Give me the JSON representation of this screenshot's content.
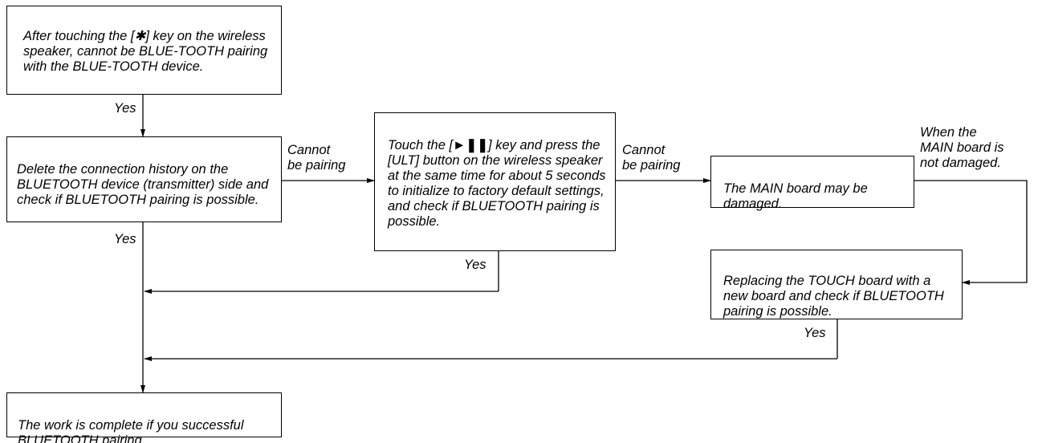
{
  "boxes": {
    "start": "After touching the [✱] key on the wireless speaker, cannot be BLUE-TOOTH pairing with the BLUE-TOOTH device.",
    "delete_history": "Delete the connection history on the BLUETOOTH device (transmitter) side and check if BLUETOOTH pairing is possible.",
    "initialize_pre": "Touch the [",
    "initialize_key": "►❚❚",
    "initialize_post": "] key and press the [ULT] button on the wireless speaker at the same time for about 5 seconds to initialize to factory default settings, and check if BLUETOOTH pairing is possible.",
    "main_board": "The MAIN board may be damaged.",
    "touch_board": "Replacing the TOUCH board with a new board and check if BLUETOOTH pairing is possible.",
    "complete": "The work is complete if you successful BLUETOOTH pairing."
  },
  "labels": {
    "yes_1": "Yes",
    "yes_2": "Yes",
    "yes_3": "Yes",
    "yes_4": "Yes",
    "cannot_1": "Cannot\nbe pairing",
    "cannot_2": "Cannot\nbe pairing",
    "not_damaged": "When the\nMAIN board is\nnot damaged."
  }
}
